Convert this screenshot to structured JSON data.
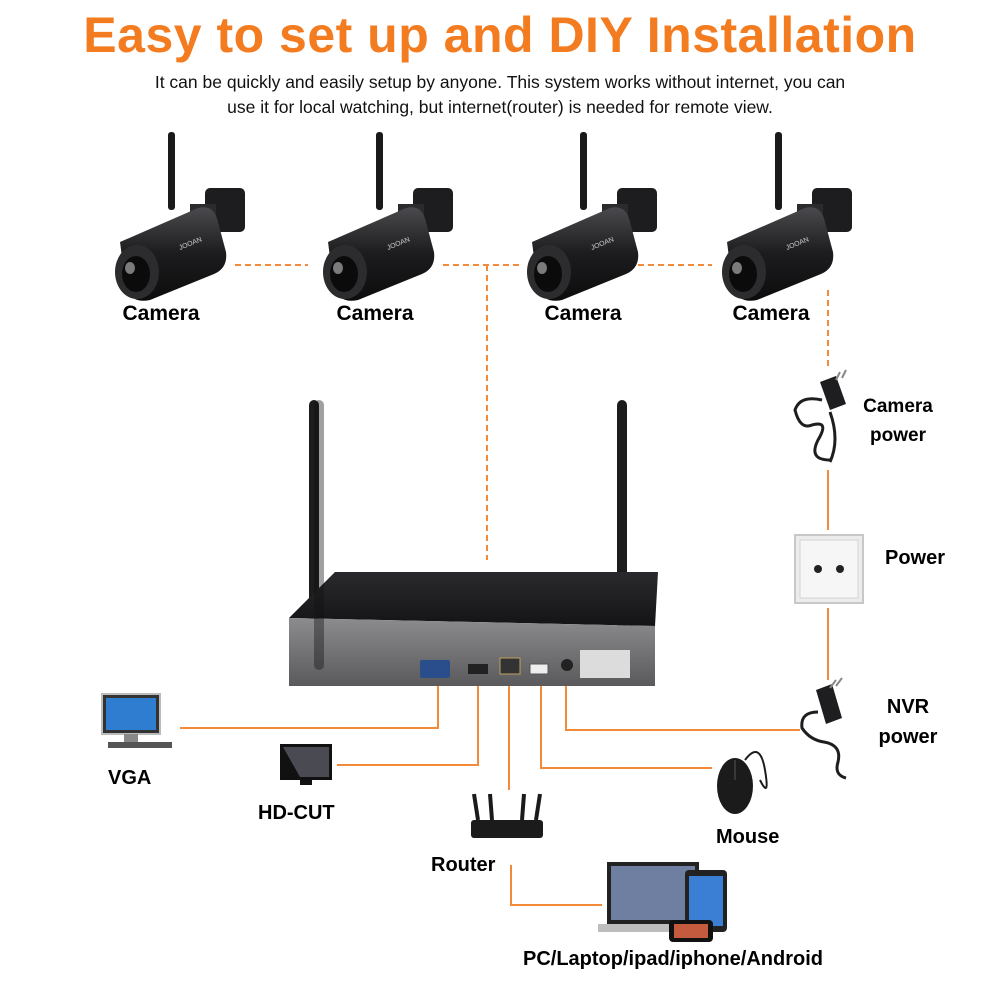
{
  "header": {
    "title": "Easy to set up and DIY Installation",
    "subtitle_line1": "It can be quickly and easily setup by anyone. This system works without internet, you can",
    "subtitle_line2": "use it for local watching, but internet(router) is needed for remote view."
  },
  "cameras": [
    {
      "label": "Camera"
    },
    {
      "label": "Camera"
    },
    {
      "label": "Camera"
    },
    {
      "label": "Camera"
    }
  ],
  "right_column": {
    "camera_power_line1": "Camera",
    "camera_power_line2": "power",
    "power": "Power",
    "nvr_power_line1": "NVR",
    "nvr_power_line2": "power"
  },
  "peripherals": {
    "vga": "VGA",
    "hd_out": "HD-CUT",
    "router": "Router",
    "mouse": "Mouse",
    "devices": "PC/Laptop/ipad/iphone/Android"
  },
  "colors": {
    "title": "#f47c20",
    "line": "#f28a3a",
    "device_body": "#1e1e20"
  }
}
